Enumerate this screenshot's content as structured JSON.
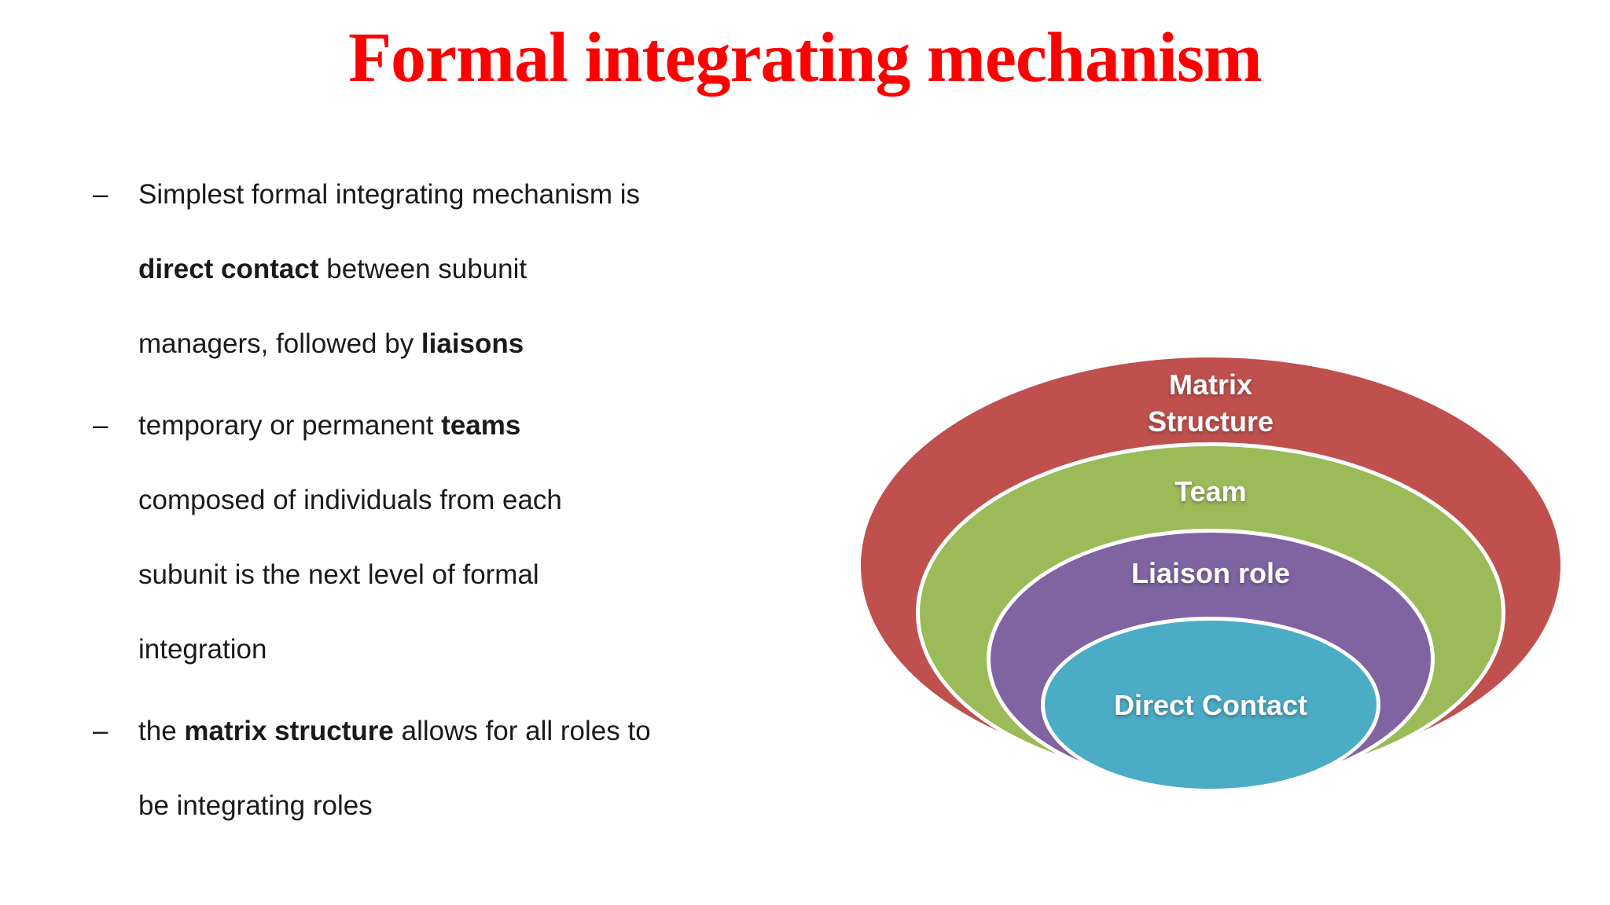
{
  "slide": {
    "title": "Formal integrating mechanism",
    "title_color": "#fe0000",
    "bullets": [
      {
        "marker": "–",
        "lines": [
          [
            {
              "t": "Simplest formal integrating mechanism is"
            }
          ],
          [
            {
              "t": "direct contact",
              "b": true
            },
            {
              "t": " between subunit"
            }
          ],
          [
            {
              "t": "managers, followed by "
            },
            {
              "t": "liaisons",
              "b": true
            }
          ]
        ]
      },
      {
        "marker": "–",
        "lines": [
          [
            {
              "t": "temporary or permanent "
            },
            {
              "t": "teams",
              "b": true
            }
          ],
          [
            {
              "t": "composed of individuals from each"
            }
          ],
          [
            {
              "t": "subunit is the next level of formal"
            }
          ],
          [
            {
              "t": "integration"
            }
          ]
        ]
      },
      {
        "marker": "–",
        "lines": [
          [
            {
              "t": "the "
            },
            {
              "t": "matrix structure",
              "b": true
            },
            {
              "t": " allows for all roles to"
            }
          ],
          [
            {
              "t": "be integrating roles"
            }
          ]
        ]
      }
    ],
    "diagram": {
      "type": "nested-venn",
      "rings": [
        {
          "name": "matrix-structure",
          "lines": [
            "Matrix",
            "Structure"
          ],
          "color": "#c0504d"
        },
        {
          "name": "team",
          "lines": [
            "Team"
          ],
          "color": "#9bbb59"
        },
        {
          "name": "liaison-role",
          "lines": [
            "Liaison role"
          ],
          "color": "#8064a2"
        },
        {
          "name": "direct-contact",
          "lines": [
            "Direct Contact"
          ],
          "color": "#4bacc6"
        }
      ]
    }
  }
}
